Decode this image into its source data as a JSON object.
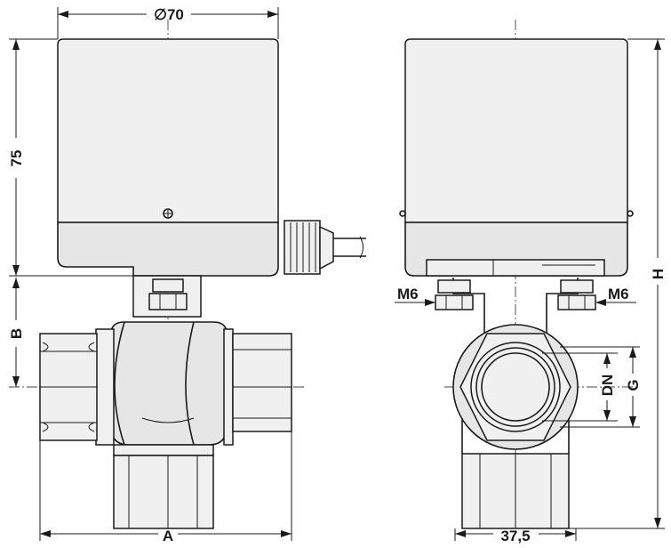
{
  "dimensions": {
    "actuator_diameter": "∅70",
    "actuator_height": "75",
    "stem_height": "B",
    "body_length": "A",
    "mount_width": "37,5",
    "nominal_diameter": "DN",
    "thread": "G",
    "total_height": "H",
    "mount_bolt_left": "M6",
    "mount_bolt_right": "M6"
  }
}
